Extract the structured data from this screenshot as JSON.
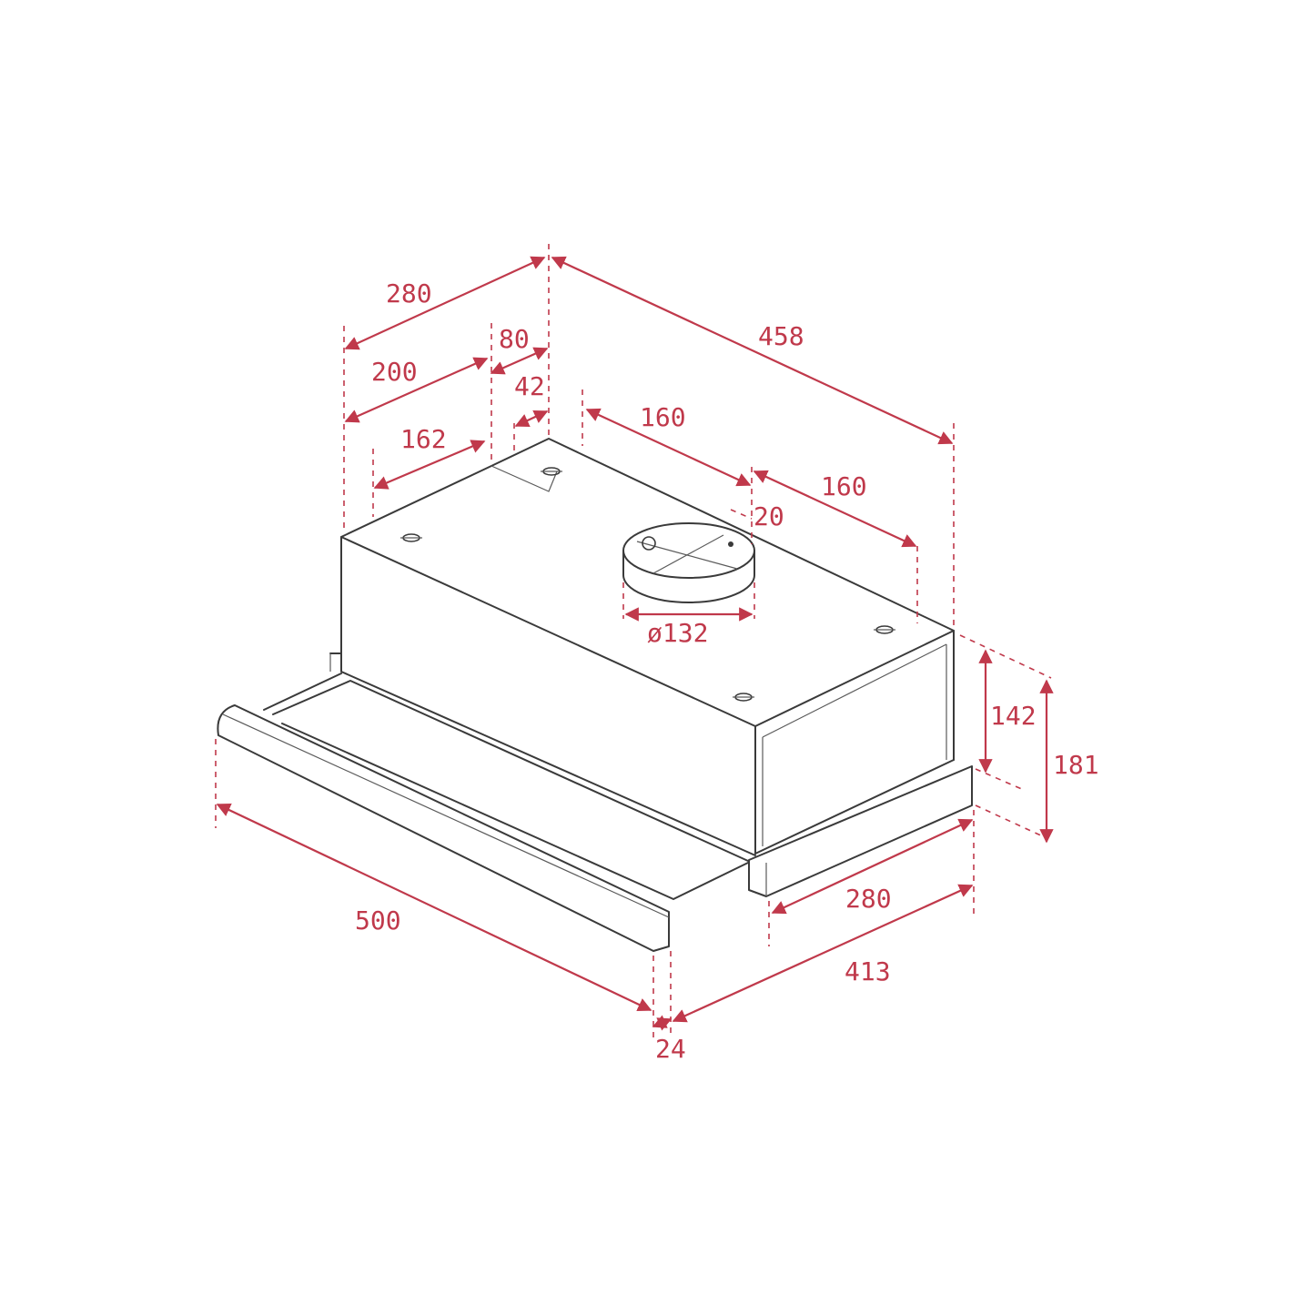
{
  "colors": {
    "dimension": "#c0394b",
    "outline": "#3a3a3a",
    "background": "#ffffff"
  },
  "dimensions": {
    "top_depth_total": "280",
    "top_depth_front": "200",
    "top_depth_rear": "80",
    "duct_offset_depth": "42",
    "front_hole_offset": "162",
    "total_width_top": "458",
    "duct_to_hole_left": "160",
    "duct_to_hole_right": "160",
    "duct_offset_small": "20",
    "duct_diameter": "ø132",
    "height_body": "142",
    "height_total": "181",
    "visor_width": "500",
    "visor_thickness": "24",
    "bottom_depth": "280",
    "bottom_width": "413"
  }
}
